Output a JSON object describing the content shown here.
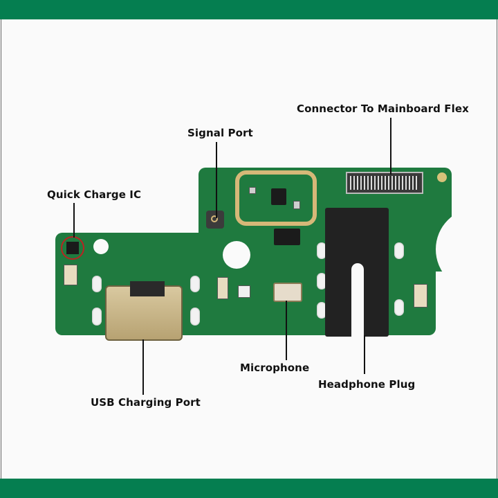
{
  "diagram": {
    "subject": "Charging port flex board (PCB)",
    "colors": {
      "band": "#057e50",
      "background": "#fafafa",
      "pcb": "#1f7a3f",
      "label_text": "#111111",
      "highlight_ring": "#bb2222"
    },
    "labels": [
      {
        "id": "connector",
        "text": "Connector To Mainboard Flex"
      },
      {
        "id": "signal",
        "text": "Signal Port"
      },
      {
        "id": "quick_charge",
        "text": "Quick Charge IC"
      },
      {
        "id": "microphone",
        "text": "Microphone"
      },
      {
        "id": "headphone",
        "text": "Headphone Plug"
      },
      {
        "id": "usb",
        "text": "USB Charging Port"
      }
    ]
  }
}
